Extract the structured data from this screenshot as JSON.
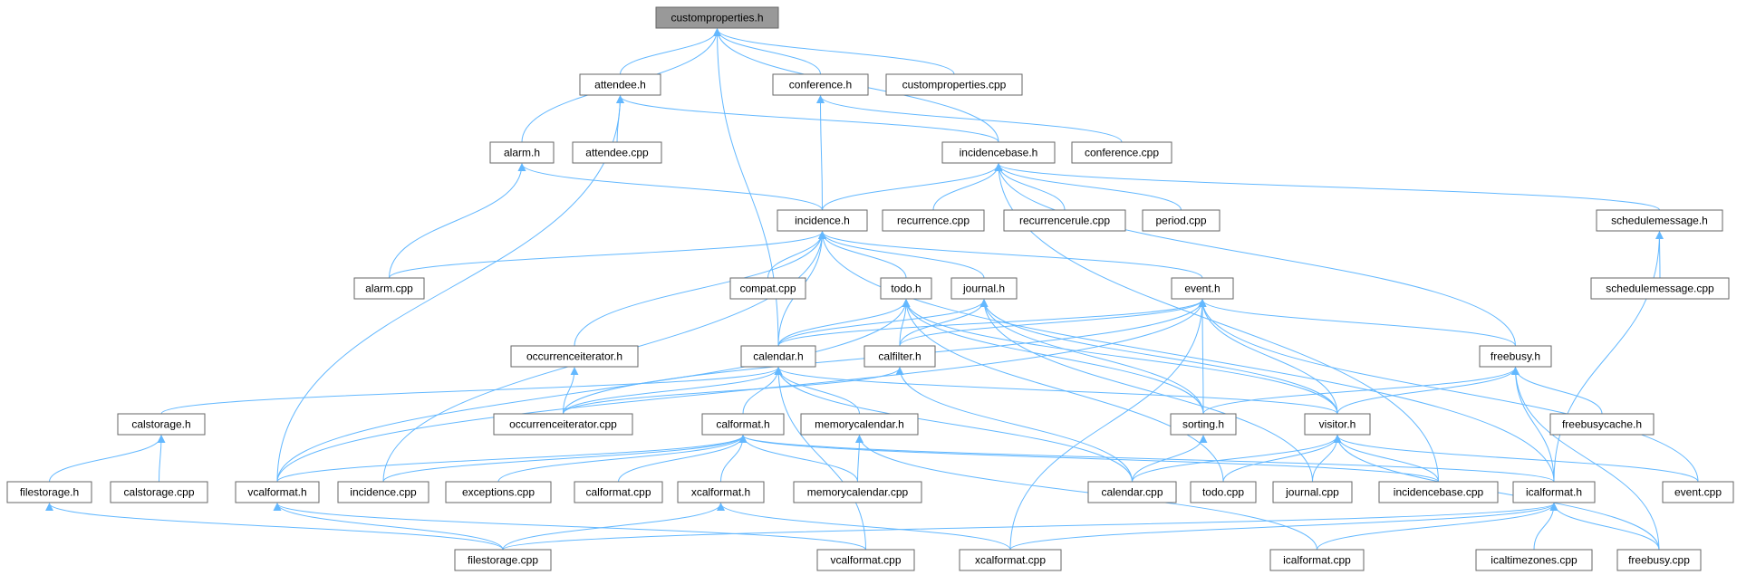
{
  "title": "customproperties.h",
  "colors": {
    "edge": "#63b8ff",
    "root_fill": "#999999",
    "fill": "#ffffff",
    "border": "#666666",
    "red_border": "#ff0000"
  },
  "nodes": [
    {
      "id": "customproperties_h",
      "label": "customproperties.h",
      "root": true
    },
    {
      "id": "attendee_h",
      "label": "attendee.h"
    },
    {
      "id": "conference_h",
      "label": "conference.h"
    },
    {
      "id": "customproperties_cpp",
      "label": "customproperties.cpp"
    },
    {
      "id": "alarm_h",
      "label": "alarm.h"
    },
    {
      "id": "attendee_cpp",
      "label": "attendee.cpp"
    },
    {
      "id": "incidencebase_h",
      "label": "incidencebase.h"
    },
    {
      "id": "conference_cpp",
      "label": "conference.cpp"
    },
    {
      "id": "incidence_h",
      "label": "incidence.h"
    },
    {
      "id": "recurrence_cpp",
      "label": "recurrence.cpp"
    },
    {
      "id": "recurrencerule_cpp",
      "label": "recurrencerule.cpp"
    },
    {
      "id": "period_cpp",
      "label": "period.cpp"
    },
    {
      "id": "schedulemessage_h",
      "label": "schedulemessage.h"
    },
    {
      "id": "alarm_cpp",
      "label": "alarm.cpp"
    },
    {
      "id": "compat_cpp",
      "label": "compat.cpp"
    },
    {
      "id": "todo_h",
      "label": "todo.h"
    },
    {
      "id": "journal_h",
      "label": "journal.h"
    },
    {
      "id": "event_h",
      "label": "event.h"
    },
    {
      "id": "schedulemessage_cpp",
      "label": "schedulemessage.cpp"
    },
    {
      "id": "occurrenceiterator_h",
      "label": "occurrenceiterator.h"
    },
    {
      "id": "calendar_h",
      "label": "calendar.h"
    },
    {
      "id": "calfilter_h",
      "label": "calfilter.h",
      "red": true
    },
    {
      "id": "freebusy_h",
      "label": "freebusy.h"
    },
    {
      "id": "calstorage_h",
      "label": "calstorage.h"
    },
    {
      "id": "occurrenceiterator_cpp",
      "label": "occurrenceiterator.cpp"
    },
    {
      "id": "calformat_h",
      "label": "calformat.h"
    },
    {
      "id": "memorycalendar_h",
      "label": "memorycalendar.h"
    },
    {
      "id": "sorting_h",
      "label": "sorting.h",
      "red": true
    },
    {
      "id": "visitor_h",
      "label": "visitor.h",
      "red": true
    },
    {
      "id": "freebusycache_h",
      "label": "freebusycache.h",
      "red": true
    },
    {
      "id": "filestorage_h",
      "label": "filestorage.h"
    },
    {
      "id": "calstorage_cpp",
      "label": "calstorage.cpp"
    },
    {
      "id": "vcalformat_h",
      "label": "vcalformat.h"
    },
    {
      "id": "incidence_cpp",
      "label": "incidence.cpp"
    },
    {
      "id": "exceptions_cpp",
      "label": "exceptions.cpp"
    },
    {
      "id": "calformat_cpp",
      "label": "calformat.cpp"
    },
    {
      "id": "xcalformat_h",
      "label": "xcalformat.h"
    },
    {
      "id": "memorycalendar_cpp",
      "label": "memorycalendar.cpp"
    },
    {
      "id": "calendar_cpp",
      "label": "calendar.cpp"
    },
    {
      "id": "todo_cpp",
      "label": "todo.cpp"
    },
    {
      "id": "journal_cpp",
      "label": "journal.cpp"
    },
    {
      "id": "incidencebase_cpp",
      "label": "incidencebase.cpp"
    },
    {
      "id": "icalformat_h",
      "label": "icalformat.h"
    },
    {
      "id": "event_cpp",
      "label": "event.cpp"
    },
    {
      "id": "filestorage_cpp",
      "label": "filestorage.cpp"
    },
    {
      "id": "vcalformat_cpp",
      "label": "vcalformat.cpp"
    },
    {
      "id": "xcalformat_cpp",
      "label": "xcalformat.cpp"
    },
    {
      "id": "icalformat_cpp",
      "label": "icalformat.cpp"
    },
    {
      "id": "icaltimezones_cpp",
      "label": "icaltimezones.cpp"
    },
    {
      "id": "freebusy_cpp",
      "label": "freebusy.cpp"
    }
  ],
  "edges": [
    [
      "attendee_h",
      "customproperties_h"
    ],
    [
      "conference_h",
      "customproperties_h"
    ],
    [
      "customproperties_cpp",
      "customproperties_h"
    ],
    [
      "alarm_h",
      "customproperties_h"
    ],
    [
      "incidencebase_h",
      "customproperties_h"
    ],
    [
      "calendar_h",
      "customproperties_h"
    ],
    [
      "attendee_cpp",
      "attendee_h"
    ],
    [
      "incidencebase_h",
      "attendee_h"
    ],
    [
      "vcalformat_h",
      "attendee_h"
    ],
    [
      "incidence_h",
      "conference_h"
    ],
    [
      "conference_cpp",
      "conference_h"
    ],
    [
      "incidence_h",
      "alarm_h"
    ],
    [
      "alarm_cpp",
      "alarm_h"
    ],
    [
      "incidence_h",
      "incidencebase_h"
    ],
    [
      "recurrence_cpp",
      "incidencebase_h"
    ],
    [
      "recurrencerule_cpp",
      "incidencebase_h"
    ],
    [
      "period_cpp",
      "incidencebase_h"
    ],
    [
      "schedulemessage_h",
      "incidencebase_h"
    ],
    [
      "freebusy_h",
      "incidencebase_h"
    ],
    [
      "incidencebase_cpp",
      "incidencebase_h"
    ],
    [
      "alarm_cpp",
      "incidence_h"
    ],
    [
      "compat_cpp",
      "incidence_h"
    ],
    [
      "todo_h",
      "incidence_h"
    ],
    [
      "journal_h",
      "incidence_h"
    ],
    [
      "event_h",
      "incidence_h"
    ],
    [
      "occurrenceiterator_h",
      "incidence_h"
    ],
    [
      "calendar_h",
      "incidence_h"
    ],
    [
      "incidence_cpp",
      "incidence_h"
    ],
    [
      "icalformat_h",
      "incidence_h"
    ],
    [
      "schedulemessage_cpp",
      "schedulemessage_h"
    ],
    [
      "icalformat_h",
      "schedulemessage_h"
    ],
    [
      "calendar_h",
      "todo_h"
    ],
    [
      "calfilter_h",
      "todo_h"
    ],
    [
      "vcalformat_h",
      "todo_h"
    ],
    [
      "sorting_h",
      "todo_h"
    ],
    [
      "visitor_h",
      "todo_h"
    ],
    [
      "todo_cpp",
      "todo_h"
    ],
    [
      "calendar_h",
      "journal_h"
    ],
    [
      "calfilter_h",
      "journal_h"
    ],
    [
      "sorting_h",
      "journal_h"
    ],
    [
      "visitor_h",
      "journal_h"
    ],
    [
      "journal_cpp",
      "journal_h"
    ],
    [
      "calendar_h",
      "event_h"
    ],
    [
      "calfilter_h",
      "event_h"
    ],
    [
      "freebusy_h",
      "event_h"
    ],
    [
      "sorting_h",
      "event_h"
    ],
    [
      "visitor_h",
      "event_h"
    ],
    [
      "vcalformat_h",
      "event_h"
    ],
    [
      "event_cpp",
      "event_h"
    ],
    [
      "xcalformat_cpp",
      "event_h"
    ],
    [
      "occurrenceiterator_cpp",
      "event_h"
    ],
    [
      "occurrenceiterator_cpp",
      "occurrenceiterator_h"
    ],
    [
      "calstorage_h",
      "calendar_h"
    ],
    [
      "calformat_h",
      "calendar_h"
    ],
    [
      "memorycalendar_h",
      "calendar_h"
    ],
    [
      "occurrenceiterator_cpp",
      "calendar_h"
    ],
    [
      "calendar_cpp",
      "calendar_h"
    ],
    [
      "vcalformat_cpp",
      "calendar_h"
    ],
    [
      "visitor_h",
      "calendar_h"
    ],
    [
      "calendar_cpp",
      "calfilter_h"
    ],
    [
      "occurrenceiterator_cpp",
      "calfilter_h"
    ],
    [
      "visitor_h",
      "freebusy_h"
    ],
    [
      "freebusycache_h",
      "freebusy_h"
    ],
    [
      "icalformat_h",
      "freebusy_h"
    ],
    [
      "freebusy_cpp",
      "freebusy_h"
    ],
    [
      "sorting_h",
      "freebusy_h"
    ],
    [
      "filestorage_h",
      "calstorage_h"
    ],
    [
      "calstorage_cpp",
      "calstorage_h"
    ],
    [
      "vcalformat_h",
      "calformat_h"
    ],
    [
      "incidence_cpp",
      "calformat_h"
    ],
    [
      "exceptions_cpp",
      "calformat_h"
    ],
    [
      "calformat_cpp",
      "calformat_h"
    ],
    [
      "xcalformat_h",
      "calformat_h"
    ],
    [
      "memorycalendar_cpp",
      "calformat_h"
    ],
    [
      "icalformat_h",
      "calformat_h"
    ],
    [
      "incidencebase_cpp",
      "calformat_h"
    ],
    [
      "memorycalendar_cpp",
      "memorycalendar_h"
    ],
    [
      "icalformat_cpp",
      "memorycalendar_h"
    ],
    [
      "calendar_cpp",
      "sorting_h"
    ],
    [
      "calendar_cpp",
      "visitor_h"
    ],
    [
      "todo_cpp",
      "visitor_h"
    ],
    [
      "journal_cpp",
      "visitor_h"
    ],
    [
      "incidencebase_cpp",
      "visitor_h"
    ],
    [
      "event_cpp",
      "visitor_h"
    ],
    [
      "freebusy_cpp",
      "visitor_h"
    ],
    [
      "filestorage_cpp",
      "filestorage_h"
    ],
    [
      "filestorage_cpp",
      "vcalformat_h"
    ],
    [
      "vcalformat_cpp",
      "vcalformat_h"
    ],
    [
      "filestorage_cpp",
      "xcalformat_h"
    ],
    [
      "xcalformat_cpp",
      "xcalformat_h"
    ],
    [
      "filestorage_cpp",
      "icalformat_h"
    ],
    [
      "xcalformat_cpp",
      "icalformat_h"
    ],
    [
      "icalformat_cpp",
      "icalformat_h"
    ],
    [
      "icaltimezones_cpp",
      "icalformat_h"
    ],
    [
      "freebusy_cpp",
      "icalformat_h"
    ]
  ]
}
